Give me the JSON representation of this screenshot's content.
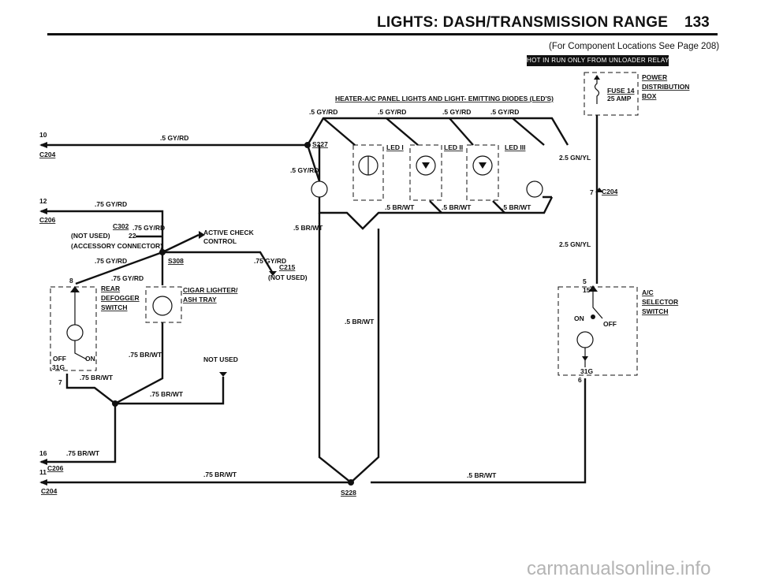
{
  "header": {
    "title": "LIGHTS: DASH/TRANSMISSION RANGE",
    "page_number": "133",
    "subtitle": "(For Component Locations See Page 208)"
  },
  "badge": {
    "text": "HOT IN RUN ONLY FROM UNLOADER RELAY"
  },
  "power": {
    "fuse": "FUSE 14",
    "amp": "25 AMP",
    "box_line1": "POWER",
    "box_line2": "DISTRIBUTION",
    "box_line3": "BOX"
  },
  "heater_panel": {
    "title": "HEATER-A/C PANEL LIGHTS AND LIGHT- EMITTING DIODES (LED'S)",
    "top_wire_1": ".5 GY/RD",
    "top_wire_2": ".5 GY/RD",
    "top_wire_3": ".5 GY/RD",
    "top_wire_4": ".5 GY/RD",
    "bot_wire_1": ".5 BR/WT",
    "bot_wire_2": ".5 BR/WT",
    "bot_wire_3": ".5 BR/WT",
    "led_1": "LED I",
    "led_2": "LED II",
    "led_3": "LED III"
  },
  "left_top": {
    "pin": "10",
    "conn": "C204",
    "wire": ".5 GY/RD",
    "splice": "S227",
    "drop_wire": ".5 GY/RD"
  },
  "left_mid": {
    "pin": "12",
    "conn": "C206",
    "wire": ".75 GY/RD",
    "c302": "C302",
    "c302_wire": ".75 GY/RD",
    "not_used": "(NOT USED)",
    "pin22": "22",
    "accessory": "(ACCESSORY CONNECTOR)",
    "active_check_1": "ACTIVE CHECK",
    "active_check_2": "CONTROL",
    "s308": "S308",
    "wire_a": ".75 GY/RD",
    "wire_b": ".75 GY/RD",
    "wire_c": ".75 GY/RD",
    "c215": "C215",
    "c215_note": "(NOT USED)",
    "br_wt_top": ".5 BR/WT"
  },
  "rear_defog": {
    "pin8": "8",
    "label_1": "REAR",
    "label_2": "DEFOGGER",
    "label_3": "SWITCH",
    "off": "OFF",
    "on": "ON",
    "pin_31g": "31G",
    "pin7": "7",
    "wire": ".75 BR/WT"
  },
  "cigar": {
    "label_1": "CIGAR LIGHTER/",
    "label_2": "ASH TRAY",
    "wire": ".75 BR/WT",
    "not_used": "NOT USED",
    "join_wire": ".75 BR/WT"
  },
  "ground": {
    "pin16": "16",
    "wire16": ".75 BR/WT",
    "c206": "C206",
    "pin11": "11",
    "c204": "C204",
    "bottom_wire": ".75 BR/WT",
    "s228": "S228",
    "right_wire": ".5 BR/WT",
    "mid_wire": ".5 BR/WT"
  },
  "right": {
    "wire_1": "2.5 GN/YL",
    "pin7": "7",
    "c204": "C204",
    "wire_2": "2.5 GN/YL",
    "pin5": "5",
    "pin15": "15",
    "sel_1": "A/C",
    "sel_2": "SELECTOR",
    "sel_3": "SWITCH",
    "on": "ON",
    "off": "OFF",
    "pin_31g": "31G",
    "pin6": "6"
  },
  "watermark": {
    "text": "carmanualsonline.info"
  }
}
